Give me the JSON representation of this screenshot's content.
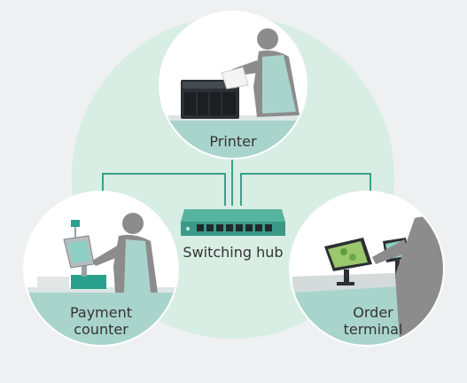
{
  "nodes": {
    "printer": {
      "label": "Printer"
    },
    "hub": {
      "label": "Switching hub"
    },
    "payment": {
      "label_line1": "Payment",
      "label_line2": "counter"
    },
    "order": {
      "label_line1": "Order",
      "label_line2": "terminal"
    }
  },
  "colors": {
    "background": "#eef0f1",
    "big_circle": "#d8ede3",
    "connection_line": "#3aa18d",
    "hub_body": "#3a9a87",
    "counter_teal": "#a9d4cc",
    "person_gray": "#8c8c8c"
  }
}
